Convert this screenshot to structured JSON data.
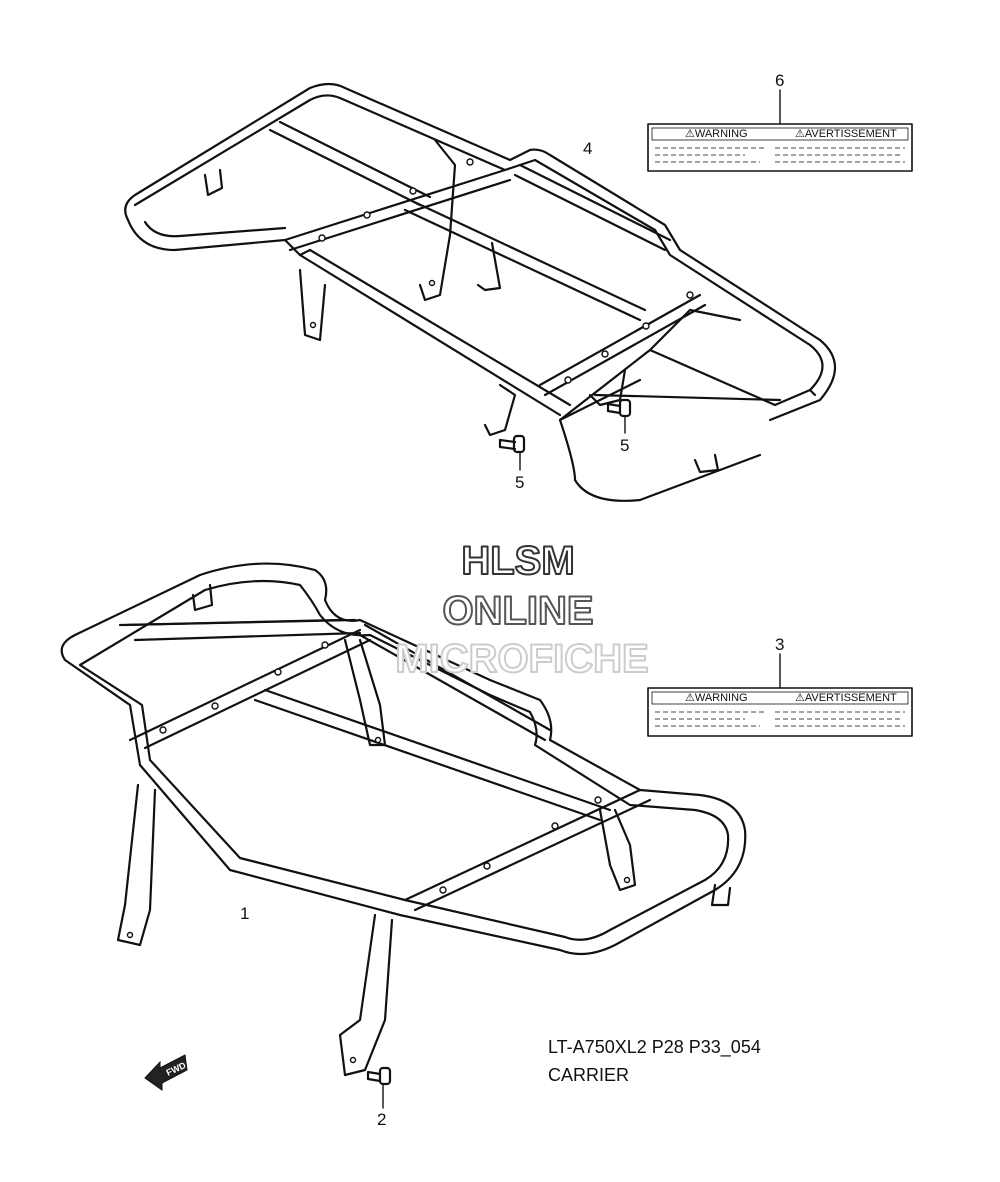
{
  "callouts": {
    "part_1": "1",
    "part_2": "2",
    "part_3": "3",
    "part_4": "4",
    "part_5a": "5",
    "part_5b": "5",
    "part_6": "6"
  },
  "labels": {
    "warning": "⚠WARNING",
    "avertissement": "⚠AVERTISSEMENT"
  },
  "watermark": {
    "line1": "HLSM",
    "line2": "ONLINE",
    "line3": "MICROFICHE"
  },
  "caption": {
    "code": "LT-A750XL2 P28 P33_054",
    "title": "CARRIER"
  },
  "fwd_arrow": "FWD",
  "colors": {
    "line": "#111111",
    "watermark_outline": "#333333",
    "watermark_faded": "#cccccc",
    "background": "#ffffff"
  }
}
